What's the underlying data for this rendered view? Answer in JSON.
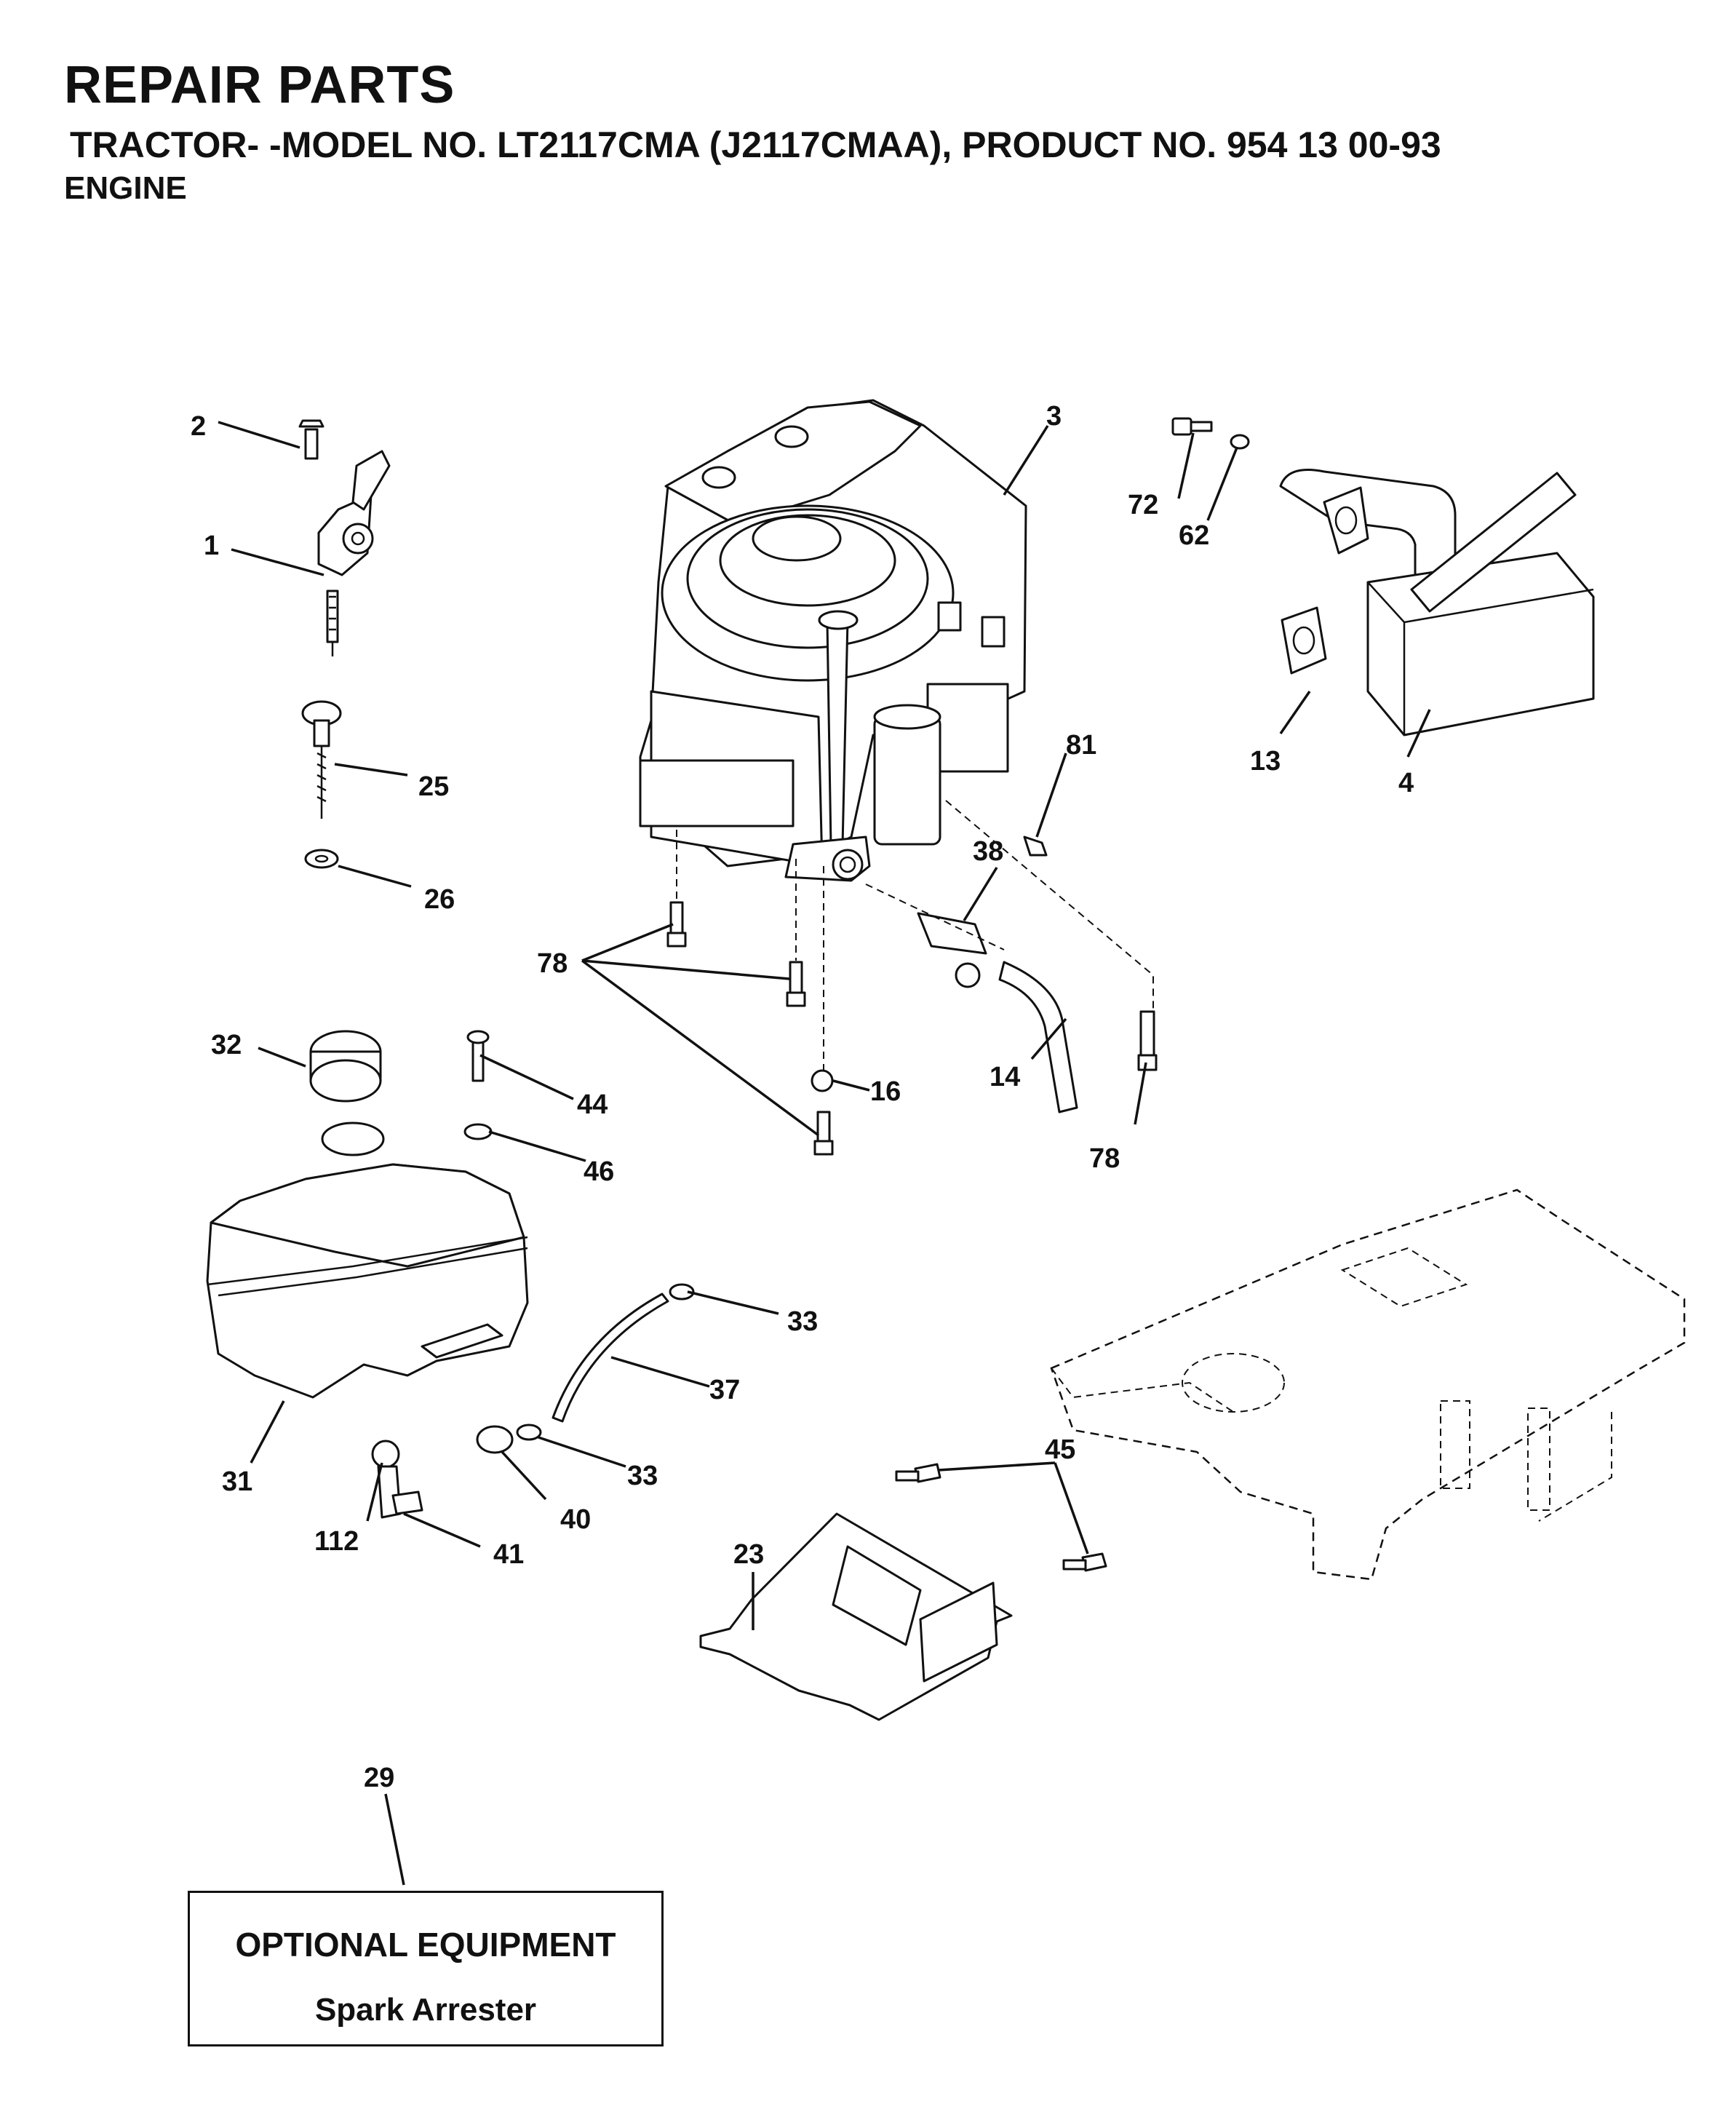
{
  "header": {
    "title": "REPAIR PARTS",
    "subtitle": "TRACTOR- -MODEL NO. LT2117CMA (J2117CMAA), PRODUCT NO. 954 13 00-93",
    "section": "ENGINE"
  },
  "callouts": {
    "c1": "1",
    "c2": "2",
    "c3": "3",
    "c4": "4",
    "c13": "13",
    "c14": "14",
    "c16": "16",
    "c23": "23",
    "c25": "25",
    "c26": "26",
    "c29": "29",
    "c31": "31",
    "c32": "32",
    "c33a": "33",
    "c33b": "33",
    "c37": "37",
    "c38": "38",
    "c40": "40",
    "c41": "41",
    "c44": "44",
    "c45": "45",
    "c46": "46",
    "c62": "62",
    "c72": "72",
    "c78a": "78",
    "c78b": "78",
    "c81": "81",
    "c112": "112"
  },
  "optional_box": {
    "heading": "OPTIONAL EQUIPMENT",
    "item": "Spark Arrester"
  }
}
